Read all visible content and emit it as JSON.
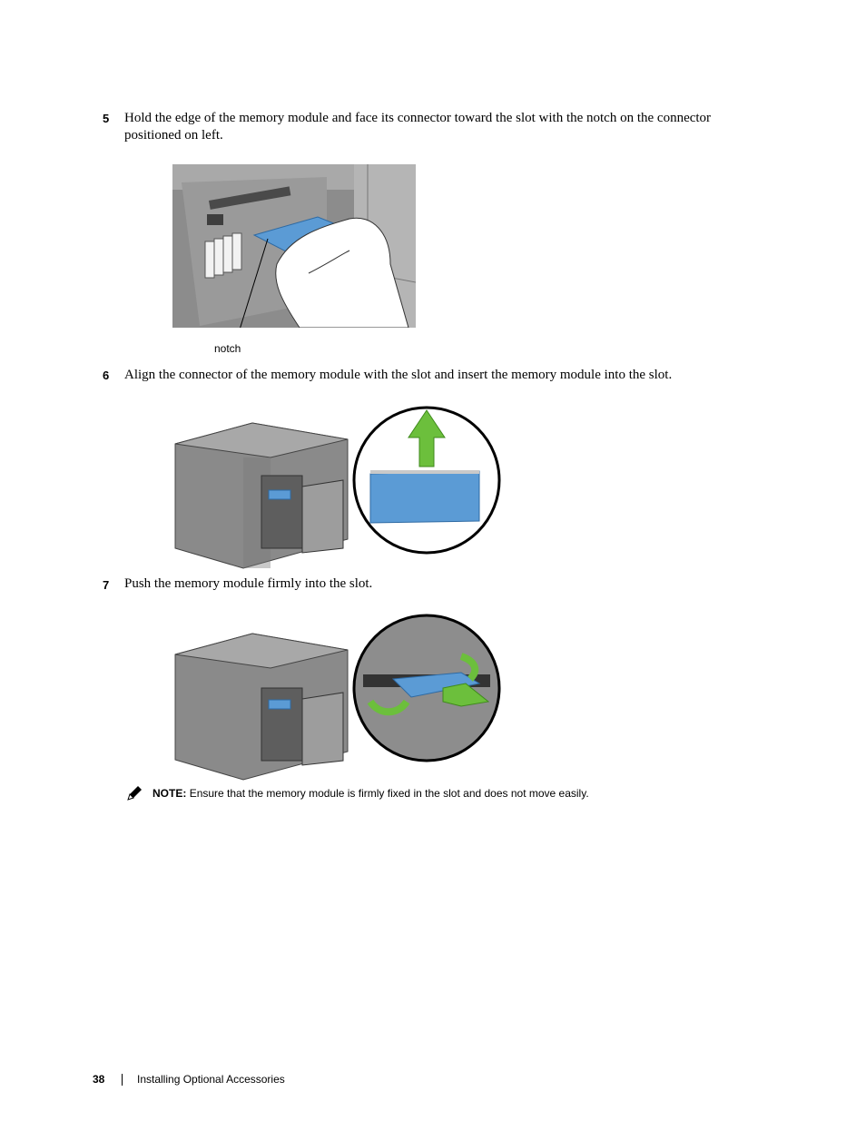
{
  "steps": [
    {
      "number": "5",
      "text_line1": "Hold the edge of the memory module and face its connector toward the slot with the notch on the connector",
      "text_line2": "positioned on left."
    },
    {
      "number": "6",
      "text": "Align the connector of the memory module with the slot and insert the memory module into the slot."
    },
    {
      "number": "7",
      "text": "Push the memory module firmly into the slot."
    }
  ],
  "figure1": {
    "callout": "notch"
  },
  "note": {
    "label": "NOTE:",
    "text": "Ensure that the memory module is firmly fixed in the slot and does not move easily."
  },
  "footer": {
    "page_number": "38",
    "section": "Installing Optional Accessories"
  },
  "colors": {
    "module_blue": "#5b9bd5",
    "arrow_green": "#6cbf3c",
    "printer_gray": "#8a8a8a"
  }
}
